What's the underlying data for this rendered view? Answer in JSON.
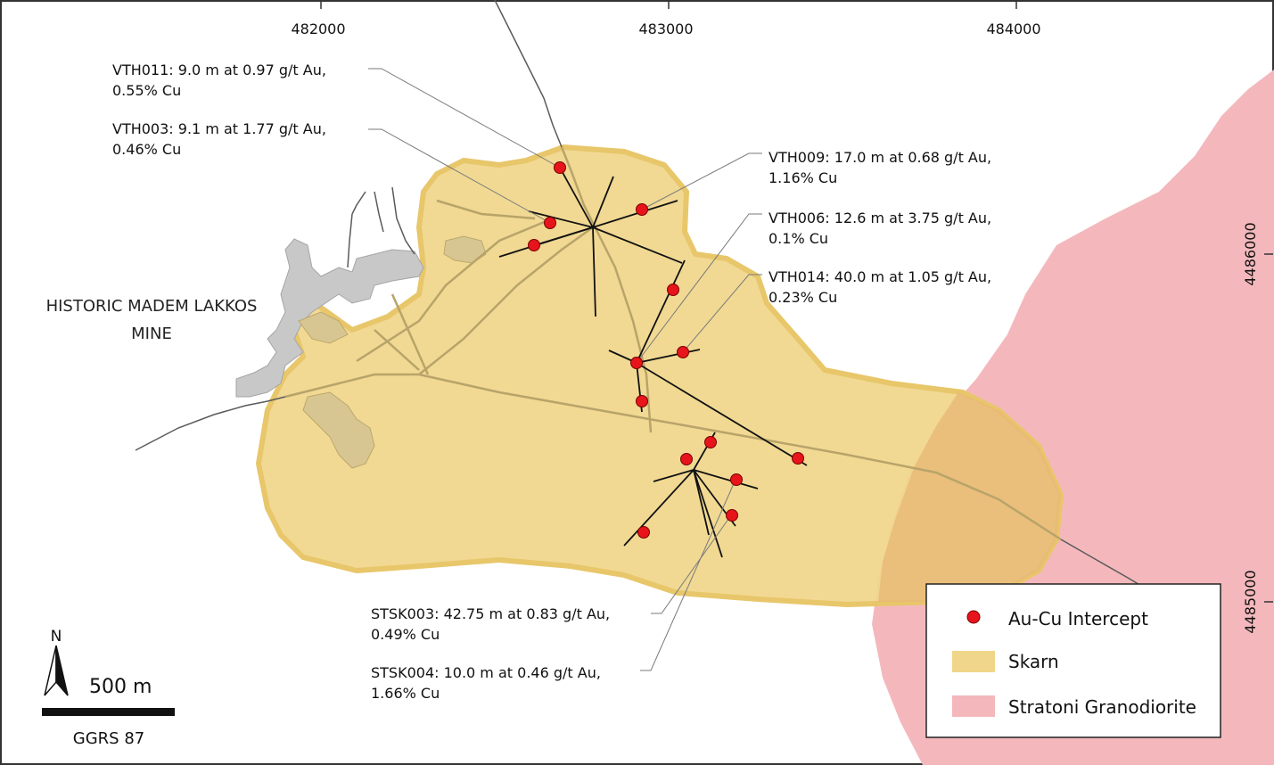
{
  "grid_ticks_x": [
    "482000",
    "483000",
    "484000"
  ],
  "grid_ticks_y": [
    "4486000",
    "4485000"
  ],
  "mine_label": [
    "HISTORIC MADEM LAKKOS",
    "MINE"
  ],
  "intercepts": [
    {
      "id": "vth011",
      "lines": [
        "VTH011: 9.0 m at 0.97 g/t Au,",
        "0.55% Cu"
      ]
    },
    {
      "id": "vth003",
      "lines": [
        "VTH003: 9.1 m at 1.77 g/t Au,",
        "0.46% Cu"
      ]
    },
    {
      "id": "vth009",
      "lines": [
        "VTH009: 17.0 m at 0.68 g/t Au,",
        "1.16% Cu"
      ]
    },
    {
      "id": "vth006",
      "lines": [
        "VTH006: 12.6 m at 3.75 g/t Au,",
        "0.1% Cu"
      ]
    },
    {
      "id": "vth014",
      "lines": [
        "VTH014: 40.0 m at 1.05 g/t Au,",
        "0.23% Cu"
      ]
    },
    {
      "id": "stsk003",
      "lines": [
        "STSK003: 42.75 m at 0.83 g/t Au,",
        "0.49% Cu"
      ]
    },
    {
      "id": "stsk004",
      "lines": [
        "STSK004: 10.0 m at 0.46 g/t Au,",
        "1.66% Cu"
      ]
    }
  ],
  "legend": [
    {
      "label": "Au-Cu Intercept",
      "symbol": "point",
      "color": "#e8141b"
    },
    {
      "label": "Skarn",
      "symbol": "fill",
      "color": "#f0d68a"
    },
    {
      "label": "Stratoni Granodiorite",
      "symbol": "fill",
      "color": "#f4b8bc"
    }
  ],
  "north_arrow": "N",
  "scale_bar": {
    "label": "500 m"
  },
  "crs": "GGRS 87",
  "colors": {
    "skarn": "#f0d68a",
    "skarn_edge": "#e8c66a",
    "granodiorite": "#f4b8bc",
    "workings": "#c8c8c8",
    "intercept": "#e8141b",
    "frame": "#333333"
  }
}
